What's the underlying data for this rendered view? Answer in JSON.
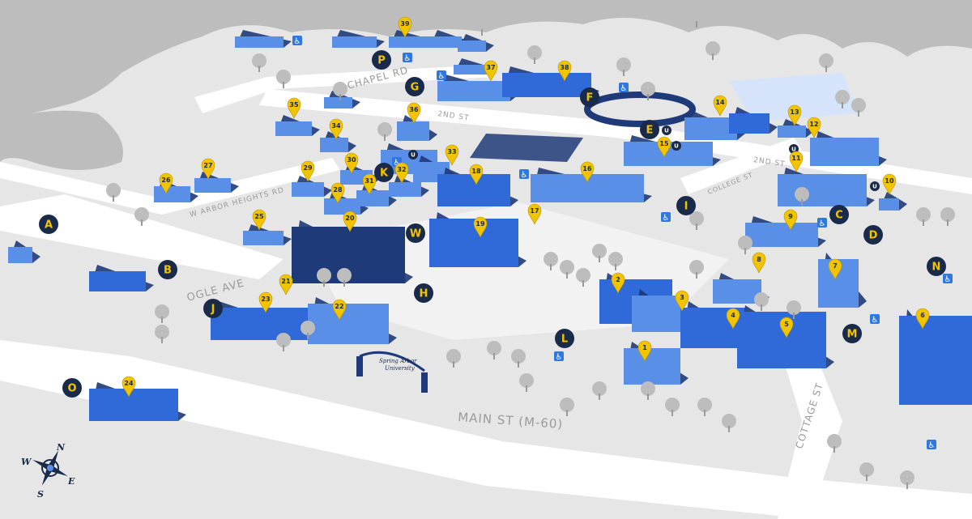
{
  "colors": {
    "background": "#e6e6e6",
    "road": "#ffffff",
    "building_light": "#5a8fe8",
    "building_main": "#2f6ad8",
    "building_dark": "#1e3a78",
    "marker_bg": "#1a2a4a",
    "marker_text": "#f2c400",
    "pin_fill": "#f2c400",
    "tree": "#bdbdbd",
    "accessibility": "#2f78e0"
  },
  "streets": [
    {
      "id": "chapel-rd",
      "label": "CHAPEL RD"
    },
    {
      "id": "2nd-st-west",
      "label": "2ND ST"
    },
    {
      "id": "2nd-st-east",
      "label": "2ND ST"
    },
    {
      "id": "college-st",
      "label": "COLLEGE ST"
    },
    {
      "id": "w-arbor-heights-rd",
      "label": "W ARBOR HEIGHTS RD"
    },
    {
      "id": "ogle-ave",
      "label": "OGLE AVE"
    },
    {
      "id": "main-st",
      "label": "MAIN ST (M-60)"
    },
    {
      "id": "cottage-st",
      "label": "COTTAGE ST"
    }
  ],
  "zones": [
    "A",
    "B",
    "C",
    "D",
    "E",
    "F",
    "G",
    "H",
    "I",
    "J",
    "K",
    "L",
    "M",
    "N",
    "O",
    "P",
    "W"
  ],
  "buildings": [
    "1",
    "2",
    "3",
    "4",
    "5",
    "6",
    "7",
    "8",
    "9",
    "10",
    "11",
    "12",
    "13",
    "14",
    "15",
    "16",
    "17",
    "18",
    "19",
    "20",
    "21",
    "22",
    "23",
    "24",
    "25",
    "26",
    "27",
    "28",
    "29",
    "30",
    "31",
    "32",
    "33",
    "34",
    "35",
    "36",
    "37",
    "38",
    "39"
  ],
  "accessibility_icon": "wheelchair-icon",
  "accessibility_glyph": "♿",
  "u_marker_label": "U",
  "gate_sign": {
    "line1": "Spring Arbor",
    "line2": "University"
  },
  "compass": {
    "n": "N",
    "s": "S",
    "e": "E",
    "w": "W"
  }
}
